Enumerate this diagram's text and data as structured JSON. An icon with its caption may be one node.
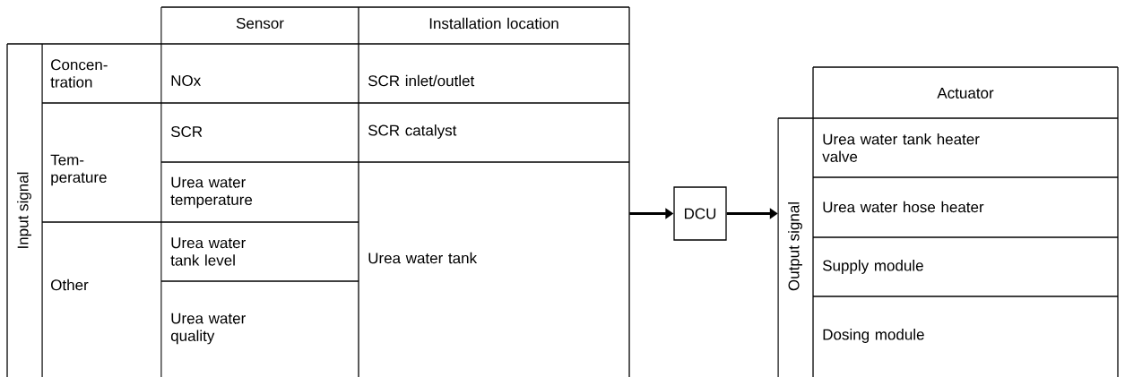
{
  "diagram": {
    "nodes": [
      {
        "text": [
          "Sensor",
          "Installation location",
          "Input signal",
          "Concen- tration",
          "NOx",
          "SCR inlet/outlet",
          "Tem- perature",
          "SCR",
          "SCR catalyst",
          "Urea water temperature",
          "Urea water tank",
          "Other",
          "Urea water tank level",
          "Urea water quality"
        ]
      },
      {
        "text": [
          "DCU"
        ]
      },
      {
        "text": [
          "Actuator",
          "Output signal",
          "Urea water tank heater valve",
          "Urea water hose heater",
          "Supply module",
          "Dosing module"
        ]
      }
    ],
    "edges": [
      {
        "from": 0,
        "to": 1,
        "arrow": "to"
      },
      {
        "from": 1,
        "to": 2,
        "arrow": "to"
      }
    ]
  }
}
